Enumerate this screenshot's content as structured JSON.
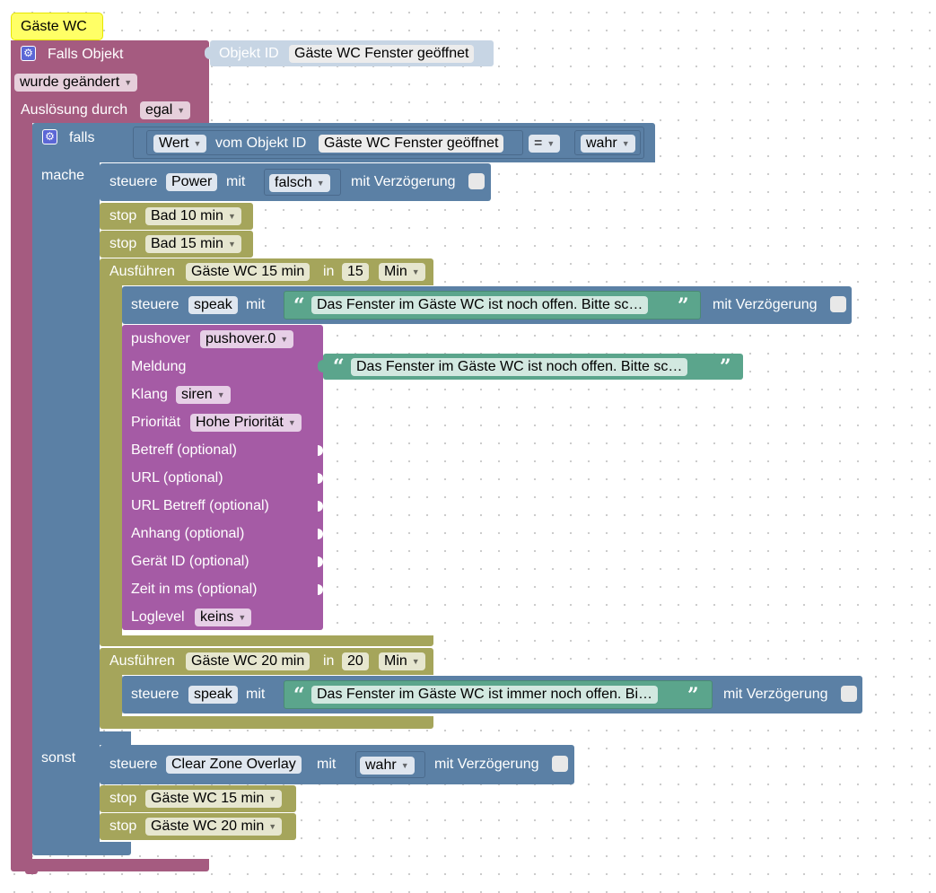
{
  "comment_label": "Gäste WC",
  "trigger": {
    "title": "Falls Objekt",
    "object_id_label": "Objekt ID",
    "object_id_value": "Gäste WC Fenster geöffnet",
    "changed_dropdown": "wurde geändert",
    "trigger_by_label": "Auslösung durch",
    "trigger_by_value": "egal"
  },
  "if_block": {
    "if_label": "falls",
    "then_label": "mache",
    "else_label": "sonst",
    "condition": {
      "value_dropdown": "Wert",
      "from_object_label": "vom Objekt ID",
      "object_value": "Gäste WC Fenster geöffnet",
      "operator": "=",
      "compare_value": "wahr"
    }
  },
  "common": {
    "control_label": "steuere",
    "with_label": "mit",
    "delay_label": "mit Verzögerung",
    "stop_label": "stop",
    "run_label": "Ausführen",
    "in_label": "in"
  },
  "then_actions": {
    "control_power": {
      "target": "Power",
      "value": "falsch"
    },
    "stop_1": {
      "target": "Bad 10 min"
    },
    "stop_2": {
      "target": "Bad 15 min"
    },
    "timer_15": {
      "name": "Gäste WC 15 min",
      "amount": "15",
      "unit": "Min",
      "speak": {
        "target": "speak",
        "text": "Das Fenster im Gäste WC ist noch offen. Bitte sc…"
      },
      "pushover": {
        "label": "pushover",
        "instance": "pushover.0",
        "message_label": "Meldung",
        "message_text": "Das Fenster im Gäste WC ist noch offen. Bitte sc…",
        "sound_label": "Klang",
        "sound_value": "siren",
        "priority_label": "Priorität",
        "priority_value": "Hohe Priorität",
        "subject_label": "Betreff (optional)",
        "url_label": "URL (optional)",
        "url_subject_label": "URL Betreff (optional)",
        "attachment_label": "Anhang (optional)",
        "device_label": "Gerät ID (optional)",
        "time_label": "Zeit in ms (optional)",
        "loglevel_label": "Loglevel",
        "loglevel_value": "keins"
      }
    },
    "timer_20": {
      "name": "Gäste WC 20 min",
      "amount": "20",
      "unit": "Min",
      "speak": {
        "target": "speak",
        "text": "Das Fenster im Gäste WC ist immer noch offen. Bi…"
      }
    }
  },
  "else_actions": {
    "control_overlay": {
      "target": "Clear Zone Overlay",
      "value": "wahr"
    },
    "stop_1": {
      "target": "Gäste WC 15 min"
    },
    "stop_2": {
      "target": "Gäste WC 20 min"
    }
  },
  "colors": {
    "event": "#a55b80",
    "control": "#5b80a5",
    "timer": "#a5a55b",
    "pushover": "#a55ba5",
    "text": "#5ba58c",
    "comment": "#ffff66"
  }
}
